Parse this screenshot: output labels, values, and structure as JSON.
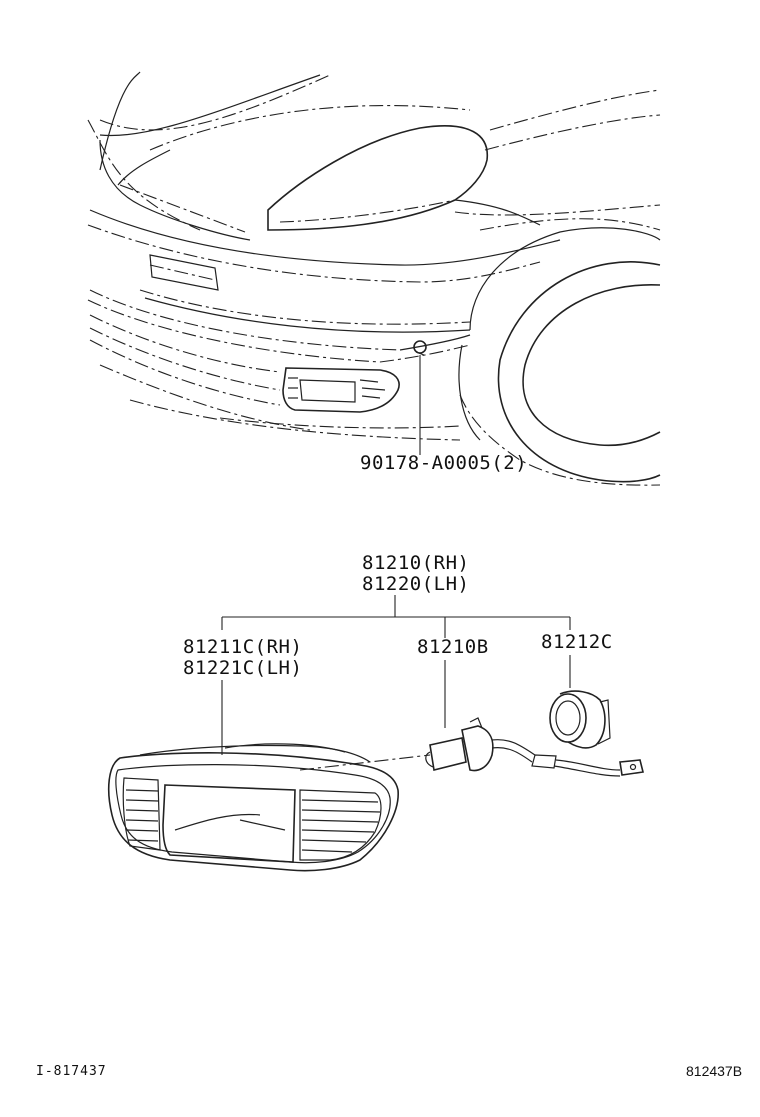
{
  "callouts": {
    "clip": "90178-A0005(2)",
    "assembly_rh": "81210(RH)",
    "assembly_lh": "81220(LH)",
    "lens_rh": "81211C(RH)",
    "lens_lh": "81221C(LH)",
    "bulb": "81210B",
    "socket": "81212C"
  },
  "footer": {
    "left_code": "I-817437",
    "right_code": "812437B"
  },
  "colors": {
    "line": "#222222",
    "background": "#ffffff"
  }
}
